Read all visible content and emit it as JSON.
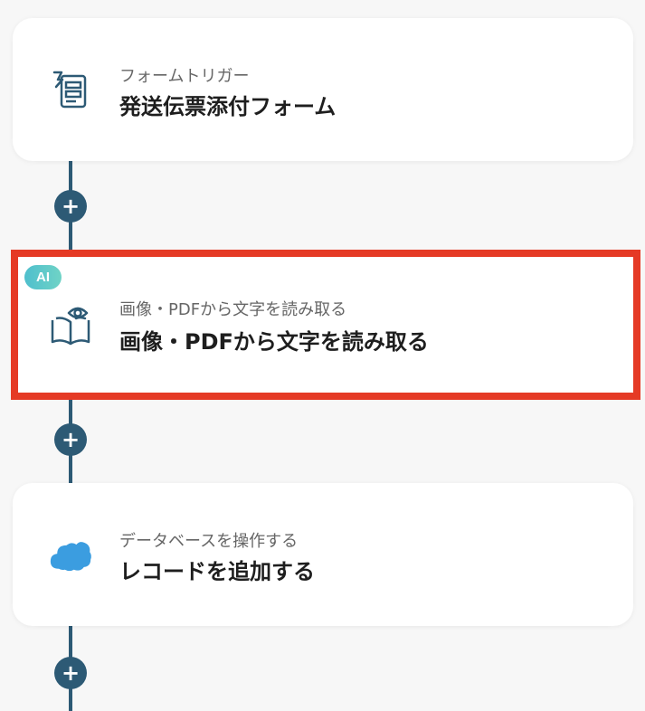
{
  "workflow": {
    "steps": [
      {
        "subtitle": "フォームトリガー",
        "title": "発送伝票添付フォーム",
        "icon": "form-icon"
      },
      {
        "badge": "AI",
        "subtitle": "画像・PDFから文字を読み取る",
        "title": "画像・PDFから文字を読み取る",
        "icon": "book-eye-icon",
        "highlighted": true
      },
      {
        "subtitle": "データベースを操作する",
        "title": "レコードを追加する",
        "icon": "cloud-icon"
      }
    ],
    "add_button_label": "+"
  },
  "colors": {
    "connector": "#2d5a75",
    "highlight": "#e53a25",
    "ai_badge": "#5cc7cb",
    "cloud": "#3b9de0"
  }
}
